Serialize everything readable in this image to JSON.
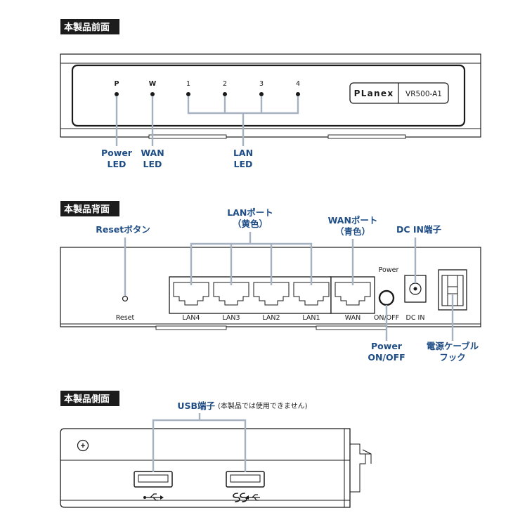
{
  "sections": {
    "front": "本製品前面",
    "back": "本製品背面",
    "side": "本製品側面"
  },
  "front": {
    "led_letters": [
      "P",
      "W",
      "1",
      "2",
      "3",
      "4"
    ],
    "brand": "PLanex",
    "model": "VR500-A1",
    "labels": {
      "power_1": "Power",
      "power_2": "LED",
      "wan_1": "WAN",
      "wan_2": "LED",
      "lan_1": "LAN",
      "lan_2": "LED"
    }
  },
  "back": {
    "labels": {
      "reset": "Resetボタン",
      "lan_1": "LANポート",
      "lan_2": "（黄色）",
      "wan_1": "WANポート",
      "wan_2": "（青色）",
      "dcin": "DC IN端子",
      "power_1": "Power",
      "power_2": "ON/OFF",
      "hook_1": "電源ケーブル",
      "hook_2": "フック"
    },
    "printed": {
      "reset": "Reset",
      "lan4": "LAN4",
      "lan3": "LAN3",
      "lan2": "LAN2",
      "lan1": "LAN1",
      "wan": "WAN",
      "power": "Power",
      "onoff": "ON/OFF",
      "dcin": "DC IN"
    }
  },
  "side": {
    "usb_label": "USB端子",
    "usb_note": "(本製品では使用できません)"
  }
}
